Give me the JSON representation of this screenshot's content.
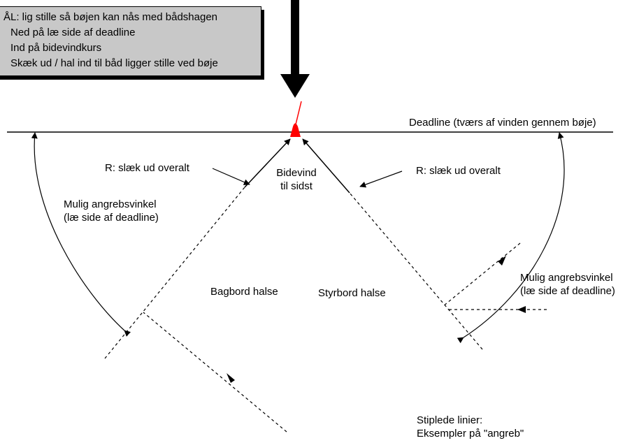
{
  "goal_box": {
    "title": "ÅL: lig stille så bøjen kan nås med bådshagen",
    "steps": [
      "Ned på læ side af deadline",
      "Ind på bidevindkurs",
      "Skæk ud / hal ind til båd ligger stille ved bøje"
    ]
  },
  "labels": {
    "deadline": "Deadline (tværs af vinden gennem bøje)",
    "release_left": "R: slæk ud overalt",
    "release_right": "R: slæk ud overalt",
    "beat_line1": "Bidevind",
    "beat_line2": "til sidst",
    "angle_left_line1": "Mulig angrebsvinkel",
    "angle_left_line2": "(læ side af deadline)",
    "angle_right_line1": "Mulig angrebsvinkel",
    "angle_right_line2": "(læ side af deadline)",
    "port_tack": "Bagbord halse",
    "starboard_tack": "Styrbord halse",
    "legend_line1": "Stiplede linier:",
    "legend_line2": "Eksempler på \"angreb\""
  },
  "colors": {
    "buoy": "#ff0000",
    "goal_box_fill": "#c8c8c8",
    "lines": "#000000"
  }
}
